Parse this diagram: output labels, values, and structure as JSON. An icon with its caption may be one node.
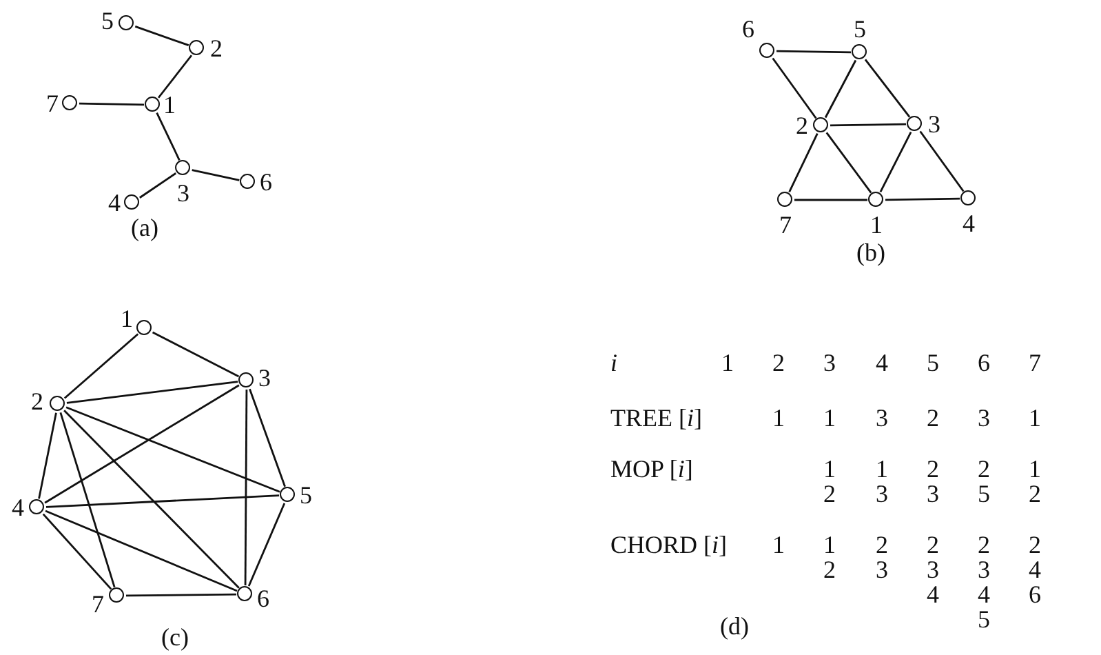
{
  "diagram": {
    "nodes": [
      {
        "text": [
          "5"
        ]
      },
      {
        "text": [
          "2"
        ]
      },
      {
        "text": [
          "7"
        ]
      },
      {
        "text": [
          "1"
        ]
      },
      {
        "text": [
          "3"
        ]
      },
      {
        "text": [
          "6"
        ]
      },
      {
        "text": [
          "4"
        ]
      },
      {
        "text": [
          "6"
        ]
      },
      {
        "text": [
          "5"
        ]
      },
      {
        "text": [
          "2"
        ]
      },
      {
        "text": [
          "3"
        ]
      },
      {
        "text": [
          "7"
        ]
      },
      {
        "text": [
          "1"
        ]
      },
      {
        "text": [
          "4"
        ]
      },
      {
        "text": [
          "1"
        ]
      },
      {
        "text": [
          "2"
        ]
      },
      {
        "text": [
          "3"
        ]
      },
      {
        "text": [
          "4"
        ]
      },
      {
        "text": [
          "5"
        ]
      },
      {
        "text": [
          "7"
        ]
      },
      {
        "text": [
          "6"
        ]
      }
    ],
    "edges": [
      {
        "from": 0,
        "to": 1,
        "arrow": "none"
      },
      {
        "from": 1,
        "to": 3,
        "arrow": "none"
      },
      {
        "from": 2,
        "to": 3,
        "arrow": "none"
      },
      {
        "from": 3,
        "to": 4,
        "arrow": "none"
      },
      {
        "from": 4,
        "to": 5,
        "arrow": "none"
      },
      {
        "from": 4,
        "to": 6,
        "arrow": "none"
      },
      {
        "from": 7,
        "to": 8,
        "arrow": "none"
      },
      {
        "from": 7,
        "to": 9,
        "arrow": "none"
      },
      {
        "from": 8,
        "to": 9,
        "arrow": "none"
      },
      {
        "from": 8,
        "to": 10,
        "arrow": "none"
      },
      {
        "from": 9,
        "to": 10,
        "arrow": "none"
      },
      {
        "from": 9,
        "to": 11,
        "arrow": "none"
      },
      {
        "from": 9,
        "to": 12,
        "arrow": "none"
      },
      {
        "from": 10,
        "to": 12,
        "arrow": "none"
      },
      {
        "from": 10,
        "to": 13,
        "arrow": "none"
      },
      {
        "from": 11,
        "to": 12,
        "arrow": "none"
      },
      {
        "from": 12,
        "to": 13,
        "arrow": "none"
      },
      {
        "from": 14,
        "to": 15,
        "arrow": "none"
      },
      {
        "from": 14,
        "to": 16,
        "arrow": "none"
      },
      {
        "from": 15,
        "to": 16,
        "arrow": "none"
      },
      {
        "from": 15,
        "to": 17,
        "arrow": "none"
      },
      {
        "from": 15,
        "to": 19,
        "arrow": "none"
      },
      {
        "from": 15,
        "to": 20,
        "arrow": "none"
      },
      {
        "from": 15,
        "to": 18,
        "arrow": "none"
      },
      {
        "from": 16,
        "to": 17,
        "arrow": "none"
      },
      {
        "from": 16,
        "to": 20,
        "arrow": "none"
      },
      {
        "from": 16,
        "to": 18,
        "arrow": "none"
      },
      {
        "from": 17,
        "to": 18,
        "arrow": "none"
      },
      {
        "from": 17,
        "to": 20,
        "arrow": "none"
      },
      {
        "from": 17,
        "to": 19,
        "arrow": "none"
      },
      {
        "from": 18,
        "to": 20,
        "arrow": "none"
      },
      {
        "from": 19,
        "to": 20,
        "arrow": "none"
      }
    ],
    "labels": [
      "(a)",
      "(b)",
      "(c)",
      "i",
      "1",
      "2",
      "3",
      "4",
      "5",
      "6",
      "7",
      "TREE [*i*]",
      "1",
      "1",
      "3",
      "2",
      "3",
      "1",
      "MOP [*i*]",
      "1",
      "1",
      "2",
      "2",
      "1",
      "2",
      "3",
      "3",
      "5",
      "2",
      "CHORD [*i*]",
      "1",
      "1",
      "2",
      "2",
      "2",
      "2",
      "2",
      "3",
      "3",
      "3",
      "4",
      "4",
      "4",
      "6",
      "5",
      "(d)"
    ]
  }
}
